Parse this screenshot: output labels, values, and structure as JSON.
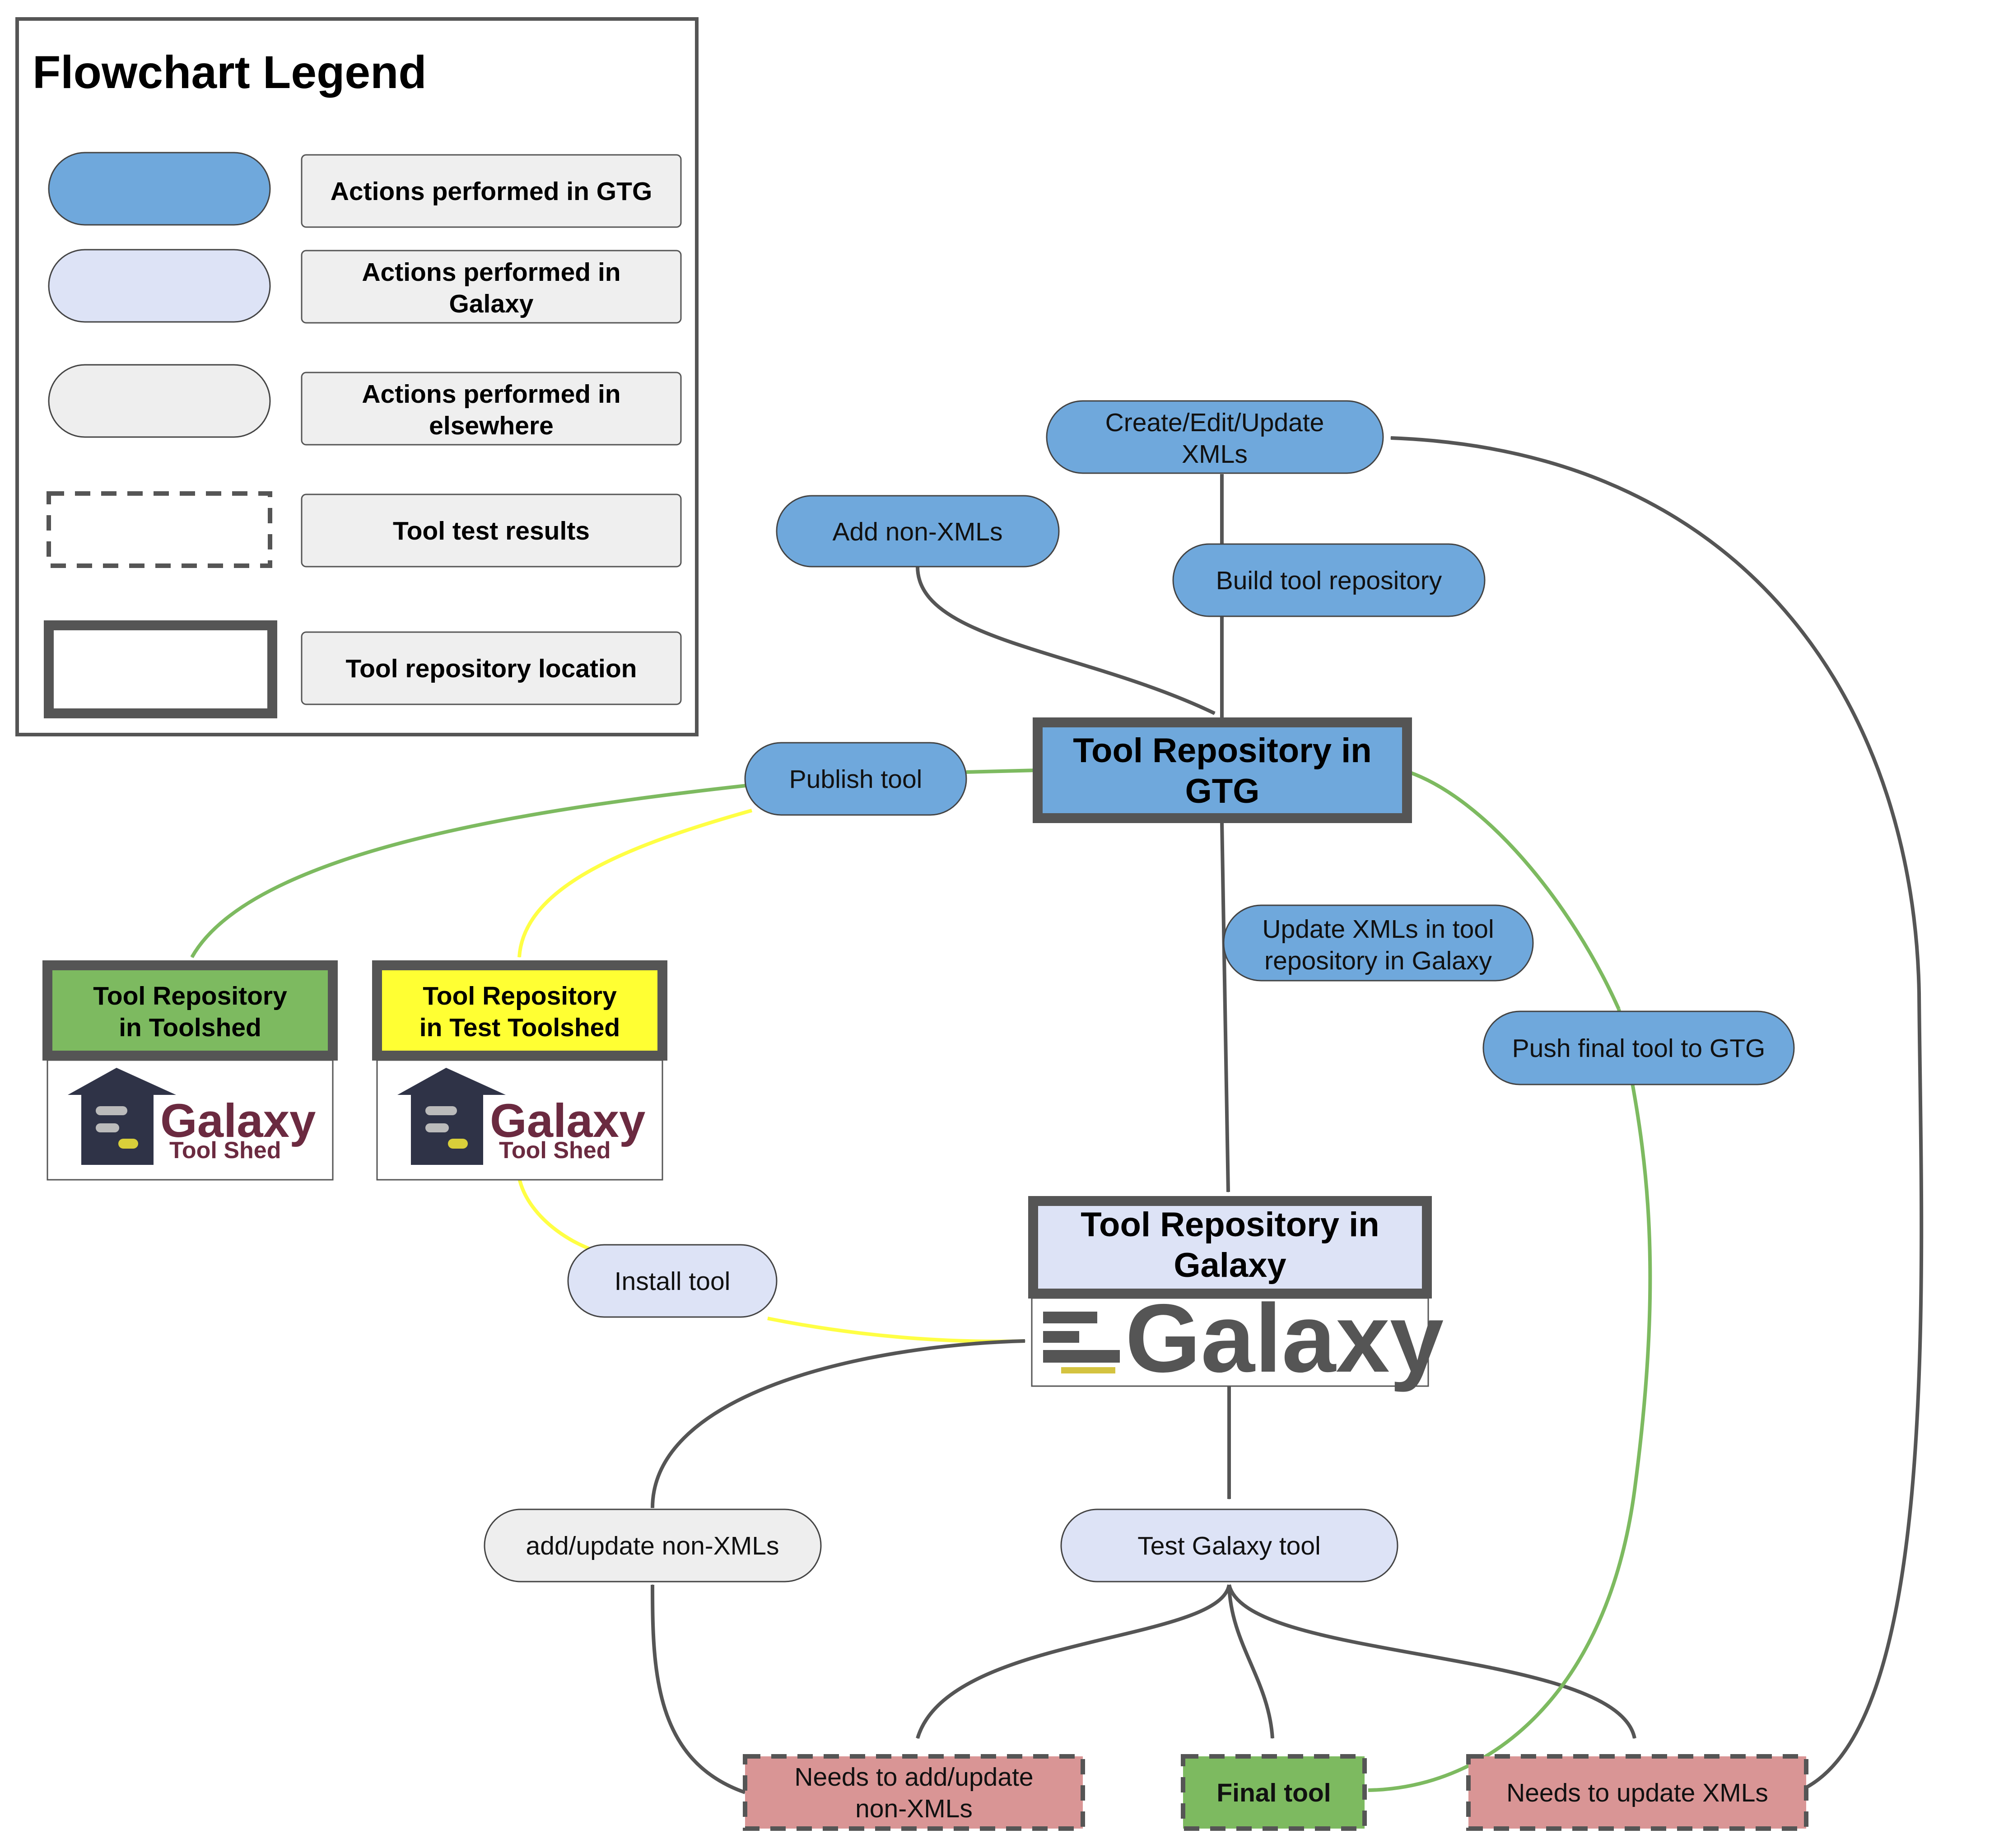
{
  "legend": {
    "title": "Flowchart Legend",
    "items": [
      {
        "label_lines": [
          "Actions performed in GTG"
        ]
      },
      {
        "label_lines": [
          "Actions performed in",
          "Galaxy"
        ]
      },
      {
        "label_lines": [
          "Actions performed in",
          "elsewhere"
        ]
      },
      {
        "label_lines": [
          "Tool test results"
        ]
      },
      {
        "label_lines": [
          "Tool repository location"
        ]
      }
    ]
  },
  "nodes": {
    "create_xml": [
      "Create/Edit/Update",
      "XMLs"
    ],
    "add_non_xml": [
      "Add non-XMLs"
    ],
    "build_repo": [
      "Build tool repository"
    ],
    "repo_gtg": [
      "Tool Repository in",
      "GTG"
    ],
    "publish": [
      "Publish tool"
    ],
    "update_xml_galaxy": [
      "Update XMLs in tool",
      "repository in Galaxy"
    ],
    "push_final": [
      "Push final tool to GTG"
    ],
    "repo_toolshed": [
      "Tool Repository",
      "in Toolshed"
    ],
    "repo_test_toolshed": [
      "Tool Repository",
      "in Test Toolshed"
    ],
    "install": [
      "Install tool"
    ],
    "repo_galaxy": [
      "Tool Repository in",
      "Galaxy"
    ],
    "add_update_non_xml": [
      "add/update non-XMLs"
    ],
    "test_tool": [
      "Test Galaxy tool"
    ],
    "needs_non_xml": [
      "Needs to add/update",
      "non-XMLs"
    ],
    "final_tool": [
      "Final tool"
    ],
    "needs_xml": [
      "Needs to update XMLs"
    ]
  },
  "logos": {
    "galaxy_word": "Galaxy",
    "toolshed_word": "Galaxy",
    "toolshed_sub": "Tool Shed"
  },
  "colors": {
    "gtg_blue": "#6fa8dc",
    "galaxy_lavender": "#dde3f6",
    "elsewhere_gray": "#eeeeee",
    "toolshed_green": "#7dba60",
    "test_toolshed_yellow": "#ffff33",
    "test_result_red": "#d99595",
    "edge_gray": "#555555",
    "edge_green": "#7dba60",
    "edge_yellow": "#ffff44"
  }
}
